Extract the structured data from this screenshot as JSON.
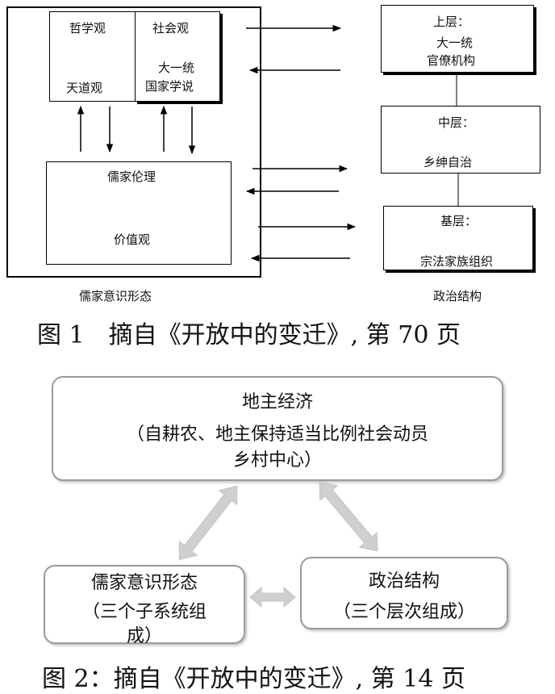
{
  "figure1": {
    "ideology": {
      "philosophy_title": "哲学观",
      "philosophy_sub": "天道观",
      "society_title": "社会观",
      "society_line1": "大一统",
      "society_line2": "国家学说",
      "ethics_title": "儒家伦理",
      "ethics_sub": "价值观",
      "label": "儒家意识形态"
    },
    "politics": {
      "upper_title": "上层：",
      "upper_line1": "大一统",
      "upper_line2": "官僚机构",
      "middle_title": "中层：",
      "middle_line1": "乡绅自治",
      "base_title": "基层：",
      "base_line1": "宗法家族组织",
      "label": "政治结构"
    },
    "caption": "图 1　摘自《开放中的变迁》, 第 70 页"
  },
  "figure2": {
    "landlord_title": "地主经济",
    "landlord_line1": "（自耕农、地主保持适当比例社会动员",
    "landlord_line2": "乡村中心）",
    "ideology_title": "儒家意识形态",
    "ideology_line1": "（三个子系统组",
    "ideology_line2": "成）",
    "politics_title": "政治结构",
    "politics_line1": "（三个层次组成）",
    "caption": "图 2：摘自《开放中的变迁》, 第 14 页"
  }
}
